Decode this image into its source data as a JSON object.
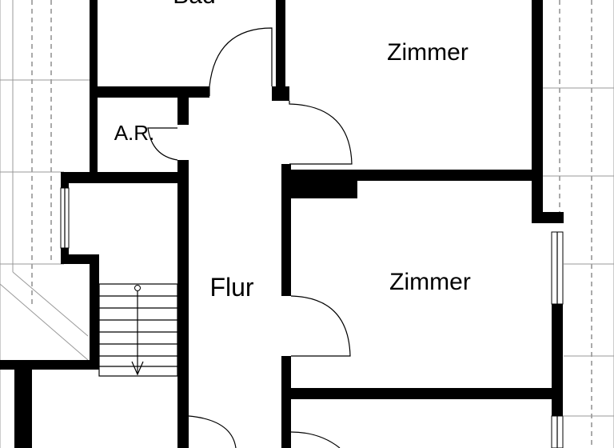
{
  "floorplan": {
    "rooms": {
      "bad": "Bad",
      "zimmer_top": "Zimmer",
      "abstellraum": "A.R.",
      "flur": "Flur",
      "zimmer_middle": "Zimmer"
    },
    "colors": {
      "wall": "#000000",
      "background": "#ffffff",
      "roof_lines": "#999999"
    }
  }
}
